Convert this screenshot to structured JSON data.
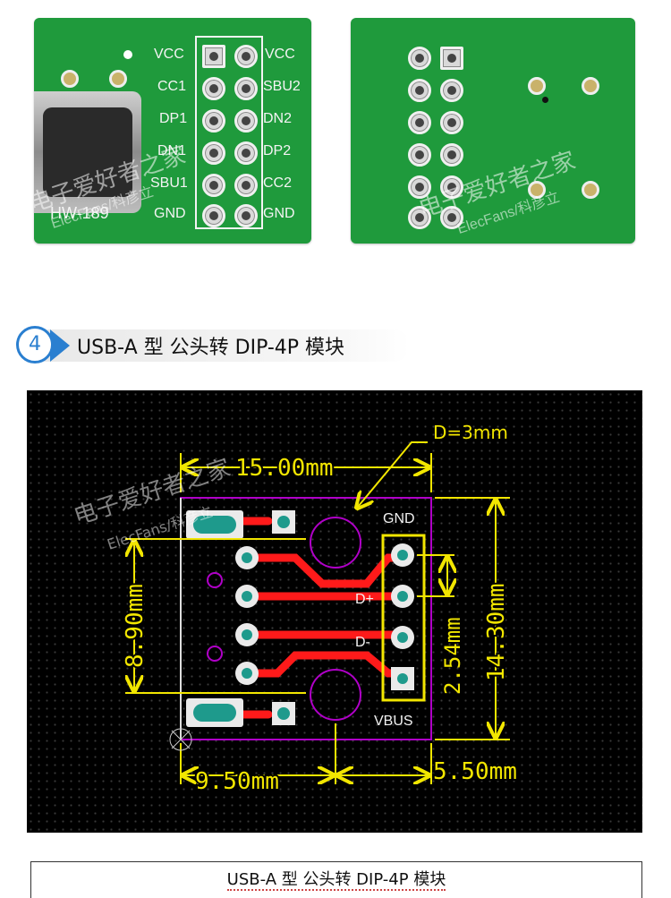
{
  "front_board": {
    "left_labels": [
      "VCC",
      "CC1",
      "DP1",
      "DN1",
      "SBU1",
      "GND"
    ],
    "right_labels": [
      "VCC",
      "SBU2",
      "DN2",
      "DP2",
      "CC2",
      "GND"
    ],
    "model": "HW-189"
  },
  "watermark": {
    "cn": "电子爱好者之家",
    "en": "ElecFans/科彦立"
  },
  "section": {
    "number": "4",
    "title": "USB-A 型  公头转 DIP-4P 模块"
  },
  "diagram": {
    "dim_width_top": "15.00mm",
    "dim_hole": "D=3mm",
    "dim_left_height": "8.90mm",
    "dim_right_height": "14.30mm",
    "dim_pitch": "2.54mm",
    "dim_bottom_left": "9.50mm",
    "dim_bottom_right": "5.50mm",
    "pin_labels": [
      "GND",
      "D+",
      "D-",
      "VBUS"
    ]
  },
  "caption": {
    "text": "USB-A 型  公头转 DIP-4P 模块"
  },
  "colors": {
    "pcb_green": "#1f9a3c",
    "silk": "#f4f4f4",
    "dim_yellow": "#f2e600",
    "trace_red": "#ff1a1a",
    "outline_purple": "#b000c8",
    "pad_teal": "#1e9a8c",
    "header_blue": "#2a7fd0"
  }
}
